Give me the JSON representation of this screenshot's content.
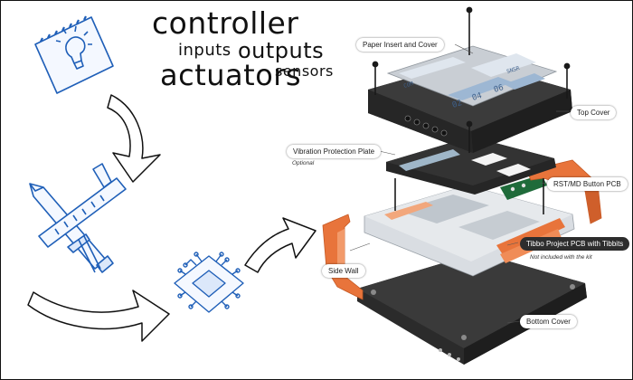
{
  "heading": {
    "controller": "controller",
    "inputs": "inputs",
    "outputs": "outputs",
    "actuators": "actuators",
    "sensors": "sensors"
  },
  "callouts": {
    "paper_insert": "Paper Insert and Cover",
    "top_cover": "Top Cover",
    "vibration_plate": "Vibration Protection Plate",
    "vibration_note": "Optional",
    "rst_button": "RST/MD Button PCB",
    "project_pcb": "Tibbo Project PCB with Tibbits",
    "project_pcb_note": "Not included with the kit",
    "side_wall": "Side Wall",
    "bottom_cover": "Bottom Cover"
  },
  "icons": {
    "idea": "notepad-lightbulb-icon",
    "tools": "pencil-caliper-icon",
    "chip": "microchip-icon"
  },
  "colors": {
    "sketch_blue": "#1f5fb8",
    "case_orange": "#e8743b",
    "case_dark": "#2b2b2b",
    "display_gray": "#c9ced4"
  },
  "lcd": {
    "segments": [
      "02",
      "04",
      "06",
      "SNSR",
      "COM"
    ]
  }
}
